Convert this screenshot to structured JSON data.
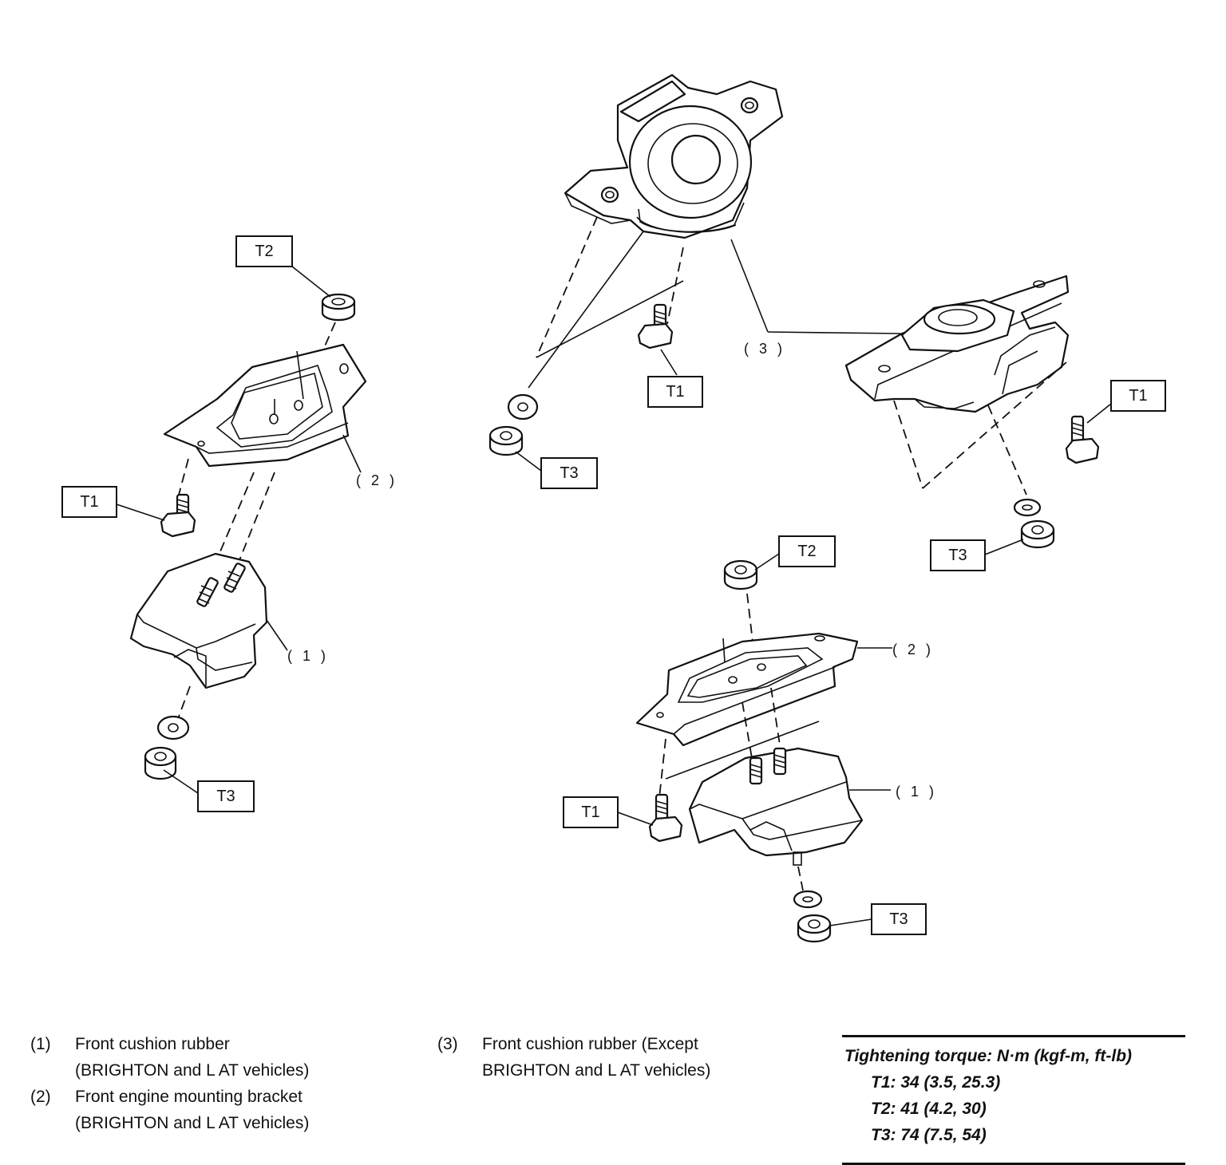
{
  "callouts": {
    "t1": "T1",
    "t2": "T2",
    "t3": "T3",
    "p1": "( 1 )",
    "p2": "( 2 )",
    "p3": "( 3 )"
  },
  "legend": {
    "items": [
      {
        "num": "(1)",
        "line1": "Front cushion rubber",
        "line2": "(BRIGHTON and L AT vehicles)"
      },
      {
        "num": "(2)",
        "line1": "Front engine mounting bracket",
        "line2": "(BRIGHTON and L AT vehicles)"
      },
      {
        "num": "(3)",
        "line1": "Front cushion rubber (Except",
        "line2": "BRIGHTON and L AT vehicles)"
      }
    ]
  },
  "torque": {
    "title": "Tightening torque: N·m (kgf-m, ft-lb)",
    "rows": [
      "T1: 34 (3.5, 25.3)",
      "T2: 41 (4.2, 30)",
      "T3: 74 (7.5, 54)"
    ]
  }
}
